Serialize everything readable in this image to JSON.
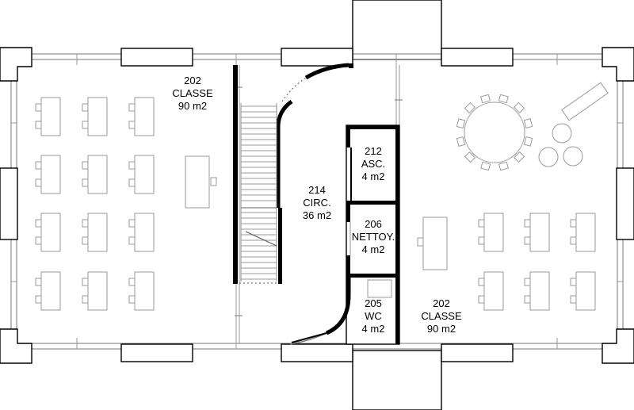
{
  "rooms": [
    {
      "id": "room-202-left",
      "number": "202",
      "name": "CLASSE",
      "area": "90 m2"
    },
    {
      "id": "room-214",
      "number": "214",
      "name": "CIRC.",
      "area": "36 m2"
    },
    {
      "id": "room-212",
      "number": "212",
      "name": "ASC.",
      "area": "4 m2"
    },
    {
      "id": "room-206",
      "number": "206",
      "name": "NETTOY.",
      "area": "4 m2"
    },
    {
      "id": "room-205",
      "number": "205",
      "name": "WC",
      "area": "4 m2"
    },
    {
      "id": "room-202-right",
      "number": "202",
      "name": "CLASSE",
      "area": "90 m2"
    }
  ]
}
